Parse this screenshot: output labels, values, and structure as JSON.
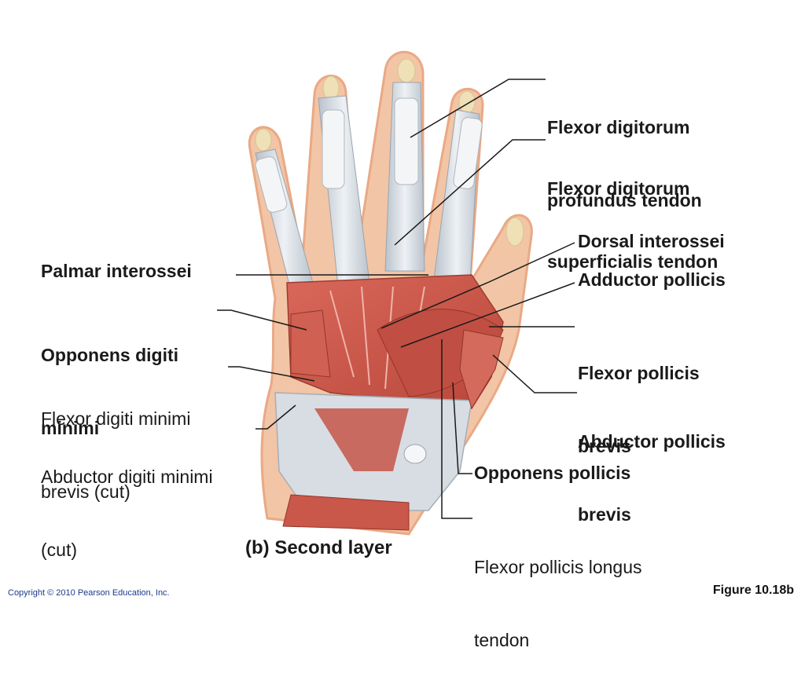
{
  "labels": {
    "fdp": [
      "Flexor digitorum",
      "profundus tendon"
    ],
    "fds": [
      "Flexor digitorum",
      "superficialis tendon"
    ],
    "dorsal_interossei": "Dorsal interossei",
    "adductor_pollicis": "Adductor pollicis",
    "fpb": [
      "Flexor pollicis",
      "brevis"
    ],
    "apb": [
      "Abductor pollicis",
      "brevis"
    ],
    "opponens_pollicis": "Opponens pollicis",
    "fpl": [
      "Flexor pollicis longus",
      "tendon"
    ],
    "palmar_interossei": "Palmar interossei",
    "odm": [
      "Opponens digiti",
      "minimi"
    ],
    "fdmb": [
      "Flexor digiti minimi",
      "brevis (cut)"
    ],
    "adm": [
      "Abductor digiti minimi",
      "(cut)"
    ]
  },
  "caption": "(b) Second layer",
  "copyright": "Copyright © 2010 Pearson Education, Inc.",
  "figure_number": "Figure 10.18b",
  "colors": {
    "skin": "#f2c5a6",
    "muscle": "#c9574a",
    "tendon": "#d8dde4",
    "bone": "#efe0b8"
  }
}
